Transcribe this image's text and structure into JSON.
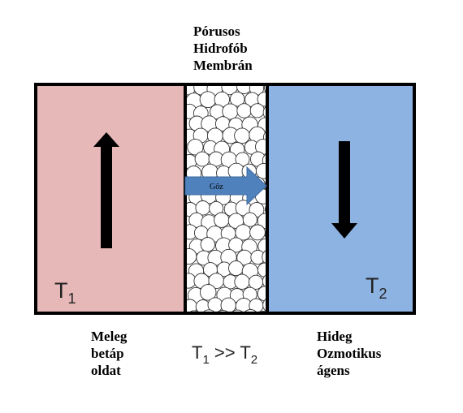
{
  "membrane": {
    "lines": [
      "Pórusos",
      "Hidrofób",
      "Membrán"
    ]
  },
  "left_chamber": {
    "color": "#E6B8B7",
    "temp_symbol": "T",
    "temp_sub": "1",
    "flow_direction": "up",
    "caption_lines": [
      "Meleg",
      "betáp",
      "oldat"
    ]
  },
  "right_chamber": {
    "color": "#8DB3E2",
    "temp_symbol": "T",
    "temp_sub": "2",
    "flow_direction": "down",
    "caption_lines": [
      "Hideg",
      "Ozmotikus",
      "ágens"
    ]
  },
  "vapor_arrow": {
    "label": "Gőz",
    "color": "#4F81BD"
  },
  "relation": {
    "left_symbol": "T",
    "left_sub": "1",
    "operator": ">>",
    "right_symbol": "T",
    "right_sub": "2"
  }
}
